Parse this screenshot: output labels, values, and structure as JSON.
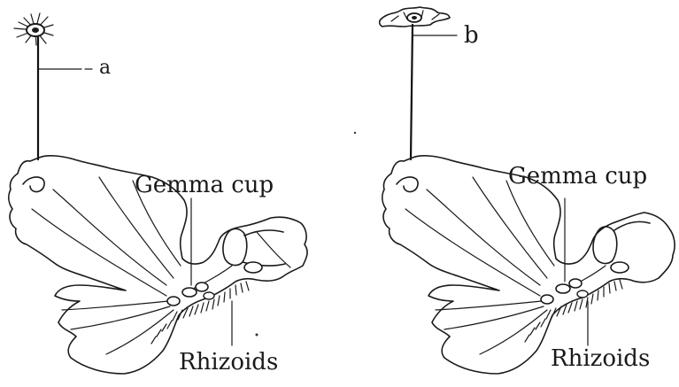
{
  "labels": {
    "stalk_a": "a",
    "stalk_b": "b",
    "gemma_cup_left": "Gemma cup",
    "gemma_cup_right": "Gemma cup",
    "rhizoids_left": "Rhizoids",
    "rhizoids_right": "Rhizoids"
  },
  "colors": {
    "ink": "#1a1a1a",
    "background": "#ffffff"
  }
}
